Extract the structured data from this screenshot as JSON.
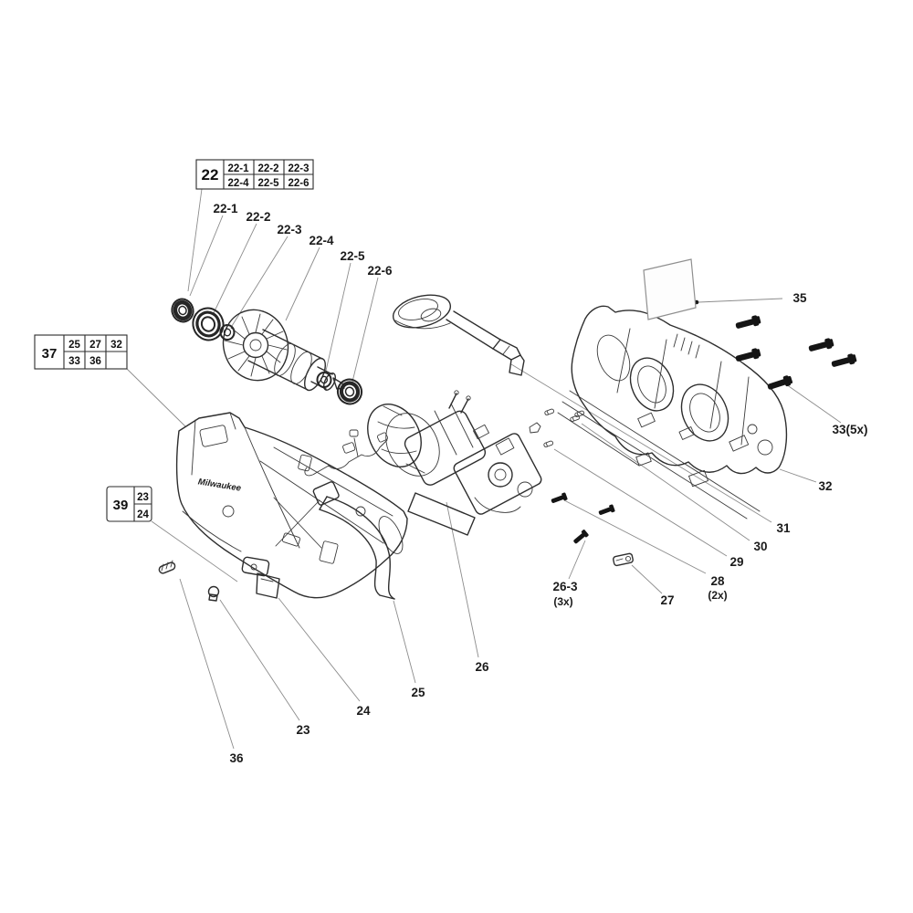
{
  "colors": {
    "ink": "#2e2e2e",
    "leader": "#8c8c8c",
    "screw": "#151515",
    "background": "#ffffff"
  },
  "tables": {
    "t22": {
      "key": "22",
      "cells": [
        "22-1",
        "22-2",
        "22-3",
        "22-4",
        "22-5",
        "22-6"
      ]
    },
    "t37": {
      "key": "37",
      "cells": [
        "25",
        "27",
        "32",
        "33",
        "36",
        ""
      ]
    },
    "t39": {
      "key": "39",
      "cells": [
        "23",
        "24"
      ]
    }
  },
  "callouts": {
    "c22_1": "22-1",
    "c22_2": "22-2",
    "c22_3": "22-3",
    "c22_4": "22-4",
    "c22_5": "22-5",
    "c22_6": "22-6",
    "c35": "35",
    "c33": "33(5x)",
    "c32": "32",
    "c31": "31",
    "c30": "30",
    "c29": "29",
    "c28": "28",
    "c28x": "(2x)",
    "c27": "27",
    "c26_3": "26-3",
    "c26_3x": "(3x)",
    "c26": "26",
    "c25": "25",
    "c24": "24",
    "c23": "23",
    "c36": "36"
  },
  "logo": "Milwaukee"
}
